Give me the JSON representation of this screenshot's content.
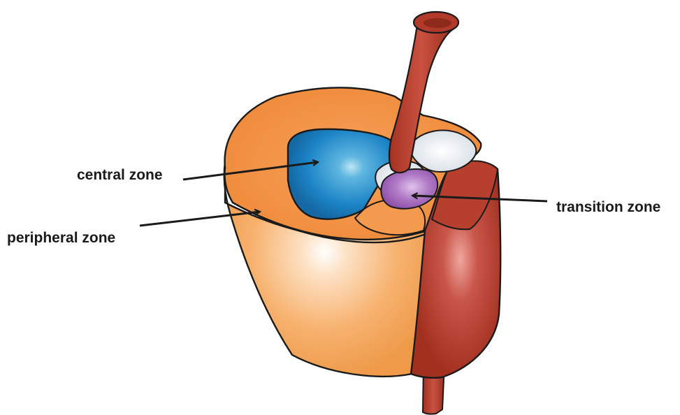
{
  "labels": {
    "central_zone": "central zone",
    "peripheral_zone": "peripheral zone",
    "transition_zone": "transition zone"
  },
  "colors": {
    "peripheral_zone": "#f0913e",
    "central_zone": "#1f86c6",
    "transition_zone": "#a163b8",
    "urethra": "#b23a2a",
    "outline": "#1a1a1a"
  }
}
